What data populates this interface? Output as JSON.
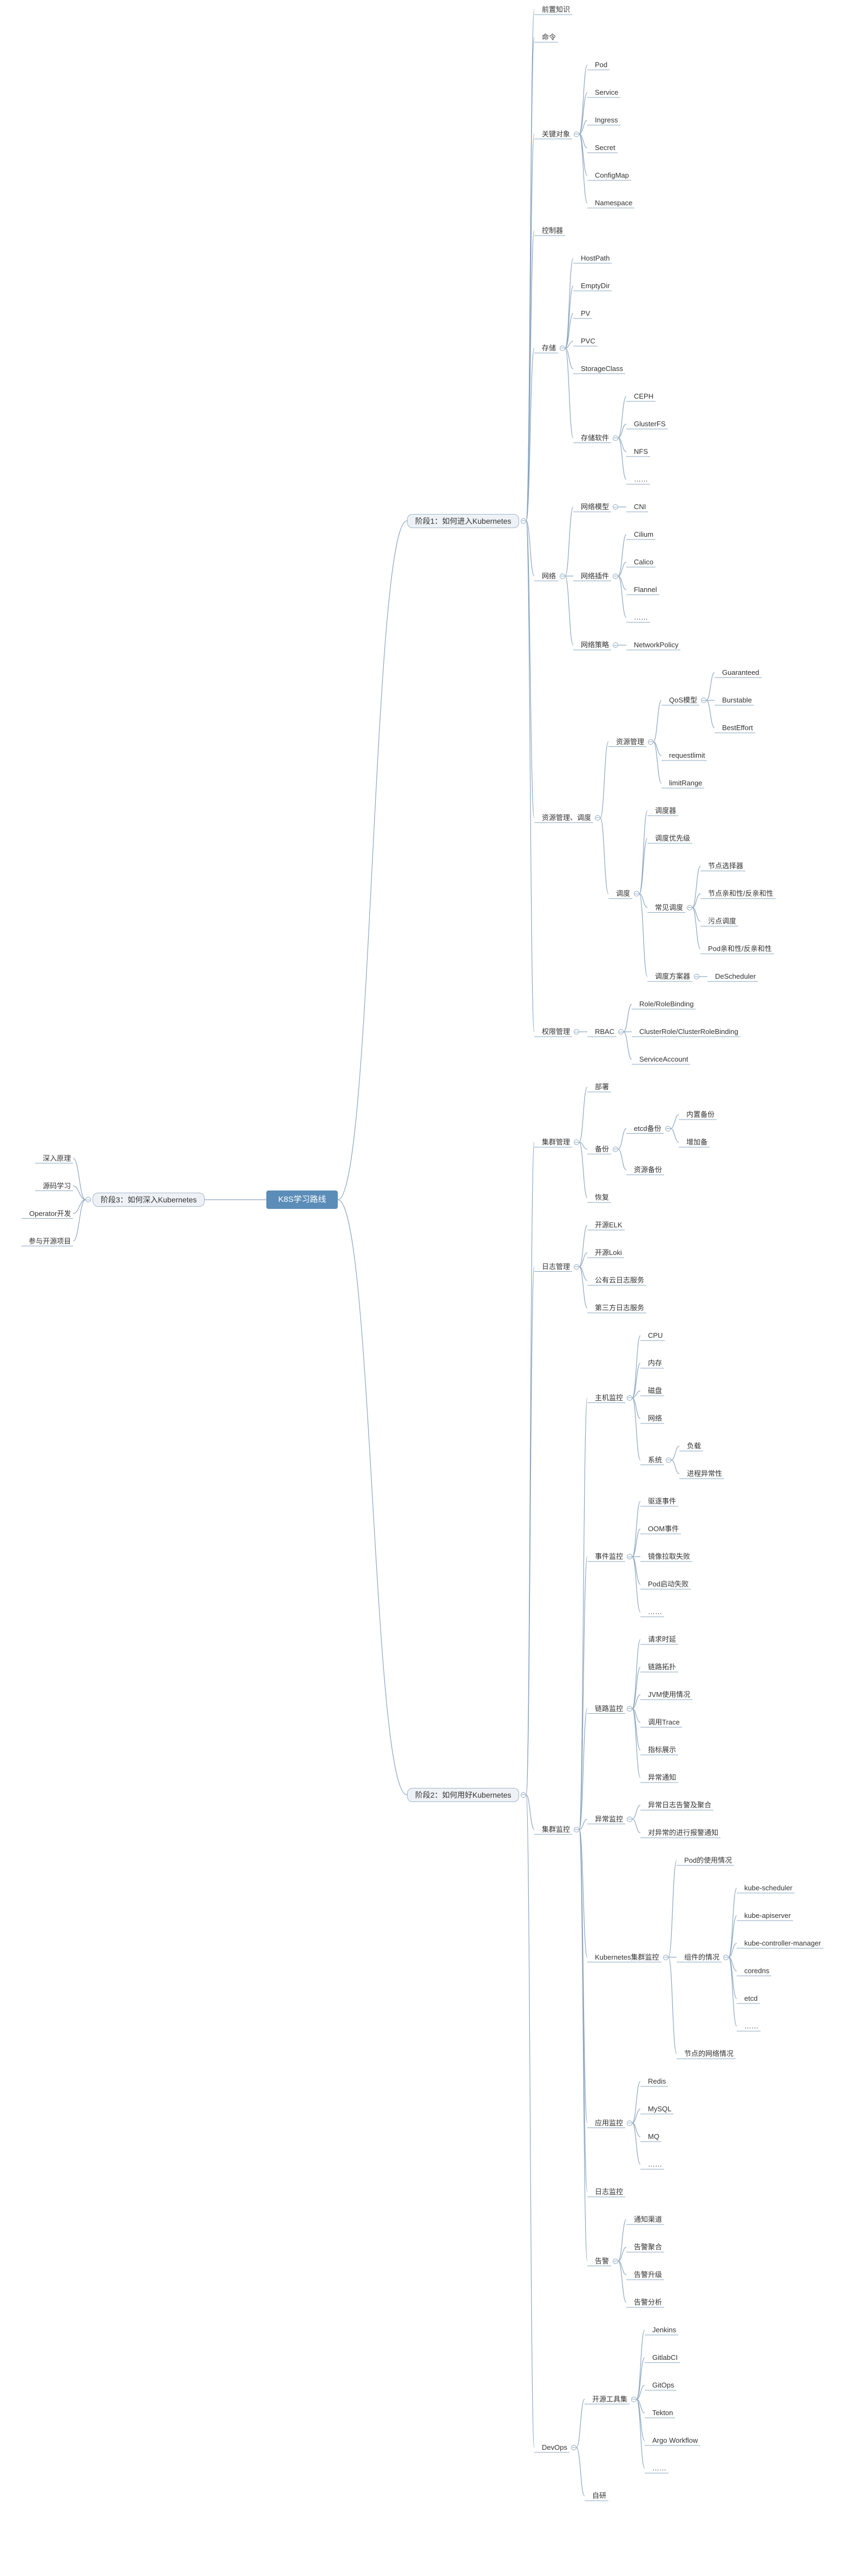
{
  "mindmap": {
    "root": "K8S学习路线",
    "right": [
      {
        "label": "阶段1：如何进入Kubernetes",
        "children": [
          {
            "label": "前置知识"
          },
          {
            "label": "命令"
          },
          {
            "label": "关键对象",
            "children": [
              {
                "label": "Pod"
              },
              {
                "label": "Service"
              },
              {
                "label": "Ingress"
              },
              {
                "label": "Secret"
              },
              {
                "label": "ConfigMap"
              },
              {
                "label": "Namespace"
              }
            ]
          },
          {
            "label": "控制器"
          },
          {
            "label": "存储",
            "children": [
              {
                "label": "HostPath"
              },
              {
                "label": "EmptyDir"
              },
              {
                "label": "PV"
              },
              {
                "label": "PVC"
              },
              {
                "label": "StorageClass"
              },
              {
                "label": "存储软件",
                "children": [
                  {
                    "label": "CEPH"
                  },
                  {
                    "label": "GlusterFS"
                  },
                  {
                    "label": "NFS"
                  },
                  {
                    "label": "……"
                  }
                ]
              }
            ]
          },
          {
            "label": "网络",
            "children": [
              {
                "label": "网络模型",
                "children": [
                  {
                    "label": "CNI"
                  }
                ]
              },
              {
                "label": "网络插件",
                "children": [
                  {
                    "label": "Cilium"
                  },
                  {
                    "label": "Calico"
                  },
                  {
                    "label": "Flannel"
                  },
                  {
                    "label": "……"
                  }
                ]
              },
              {
                "label": "网络策略",
                "children": [
                  {
                    "label": "NetworkPolicy"
                  }
                ]
              }
            ]
          },
          {
            "label": "资源管理、调度",
            "children": [
              {
                "label": "资源管理",
                "children": [
                  {
                    "label": "QoS模型",
                    "children": [
                      {
                        "label": "Guaranteed"
                      },
                      {
                        "label": "Burstable"
                      },
                      {
                        "label": "BestEffort"
                      }
                    ]
                  },
                  {
                    "label": "requestlimit"
                  },
                  {
                    "label": "limitRange"
                  }
                ]
              },
              {
                "label": "调度",
                "children": [
                  {
                    "label": "调度器"
                  },
                  {
                    "label": "调度优先级"
                  },
                  {
                    "label": "常见调度",
                    "children": [
                      {
                        "label": "节点选择器"
                      },
                      {
                        "label": "节点亲和性/反亲和性"
                      },
                      {
                        "label": "污点调度"
                      },
                      {
                        "label": "Pod亲和性/反亲和性"
                      }
                    ]
                  },
                  {
                    "label": "调度方案器",
                    "children": [
                      {
                        "label": "DeScheduler"
                      }
                    ]
                  }
                ]
              }
            ]
          },
          {
            "label": "权限管理",
            "children": [
              {
                "label": "RBAC",
                "children": [
                  {
                    "label": "Role/RoleBinding"
                  },
                  {
                    "label": "ClusterRole/ClusterRoleBinding"
                  },
                  {
                    "label": "ServiceAccount"
                  }
                ]
              }
            ]
          }
        ]
      },
      {
        "label": "阶段2：如何用好Kubernetes",
        "children": [
          {
            "label": "集群管理",
            "children": [
              {
                "label": "部署"
              },
              {
                "label": "备份",
                "children": [
                  {
                    "label": "etcd备份",
                    "children": [
                      {
                        "label": "内置备份"
                      },
                      {
                        "label": "增加备"
                      }
                    ]
                  },
                  {
                    "label": "资源备份"
                  }
                ]
              },
              {
                "label": "恢复"
              }
            ]
          },
          {
            "label": "日志管理",
            "children": [
              {
                "label": "开源ELK"
              },
              {
                "label": "开源Loki"
              },
              {
                "label": "公有云日志服务"
              },
              {
                "label": "第三方日志服务"
              }
            ]
          },
          {
            "label": "集群监控",
            "children": [
              {
                "label": "主机监控",
                "children": [
                  {
                    "label": "CPU"
                  },
                  {
                    "label": "内存"
                  },
                  {
                    "label": "磁盘"
                  },
                  {
                    "label": "网络"
                  },
                  {
                    "label": "系统",
                    "children": [
                      {
                        "label": "负载"
                      },
                      {
                        "label": "进程异常性"
                      }
                    ]
                  }
                ]
              },
              {
                "label": "事件监控",
                "children": [
                  {
                    "label": "驱逐事件"
                  },
                  {
                    "label": "OOM事件"
                  },
                  {
                    "label": "镜像拉取失败"
                  },
                  {
                    "label": "Pod启动失败"
                  },
                  {
                    "label": "……"
                  }
                ]
              },
              {
                "label": "链路监控",
                "children": [
                  {
                    "label": "请求时延"
                  },
                  {
                    "label": "链路拓扑"
                  },
                  {
                    "label": "JVM使用情况"
                  },
                  {
                    "label": "调用Trace"
                  },
                  {
                    "label": "指标展示"
                  },
                  {
                    "label": "异常通知"
                  }
                ]
              },
              {
                "label": "异常监控",
                "children": [
                  {
                    "label": "异常日志告警及聚合"
                  },
                  {
                    "label": "对异常的进行报警通知"
                  }
                ]
              },
              {
                "label": "Kubernetes集群监控",
                "children": [
                  {
                    "label": "Pod的使用情况"
                  },
                  {
                    "label": "组件的情况",
                    "children": [
                      {
                        "label": "kube-scheduler"
                      },
                      {
                        "label": "kube-apiserver"
                      },
                      {
                        "label": "kube-controller-manager"
                      },
                      {
                        "label": "coredns"
                      },
                      {
                        "label": "etcd"
                      },
                      {
                        "label": "……"
                      }
                    ]
                  },
                  {
                    "label": "节点的网络情况"
                  }
                ]
              },
              {
                "label": "应用监控",
                "children": [
                  {
                    "label": "Redis"
                  },
                  {
                    "label": "MySQL"
                  },
                  {
                    "label": "MQ"
                  },
                  {
                    "label": "……"
                  }
                ]
              },
              {
                "label": "日志监控"
              },
              {
                "label": "告警",
                "children": [
                  {
                    "label": "通知渠道"
                  },
                  {
                    "label": "告警聚合"
                  },
                  {
                    "label": "告警升级"
                  },
                  {
                    "label": "告警分析"
                  }
                ]
              }
            ]
          },
          {
            "label": "DevOps",
            "children": [
              {
                "label": "开源工具集",
                "children": [
                  {
                    "label": "Jenkins"
                  },
                  {
                    "label": "GitlabCI"
                  },
                  {
                    "label": "GitOps"
                  },
                  {
                    "label": "Tekton"
                  },
                  {
                    "label": "Argo Workflow"
                  },
                  {
                    "label": "……"
                  }
                ]
              },
              {
                "label": "自研"
              }
            ]
          }
        ]
      }
    ],
    "left": [
      {
        "label": "阶段3：如何深入Kubernetes",
        "children": [
          {
            "label": "深入原理"
          },
          {
            "label": "源码学习"
          },
          {
            "label": "Operator开发"
          },
          {
            "label": "参与开源项目"
          }
        ]
      }
    ]
  },
  "colors": {
    "line": "#8aa5bf",
    "root_bg": "#5b8db8",
    "level1_bg": "#eef2f6",
    "text": "#333333"
  }
}
